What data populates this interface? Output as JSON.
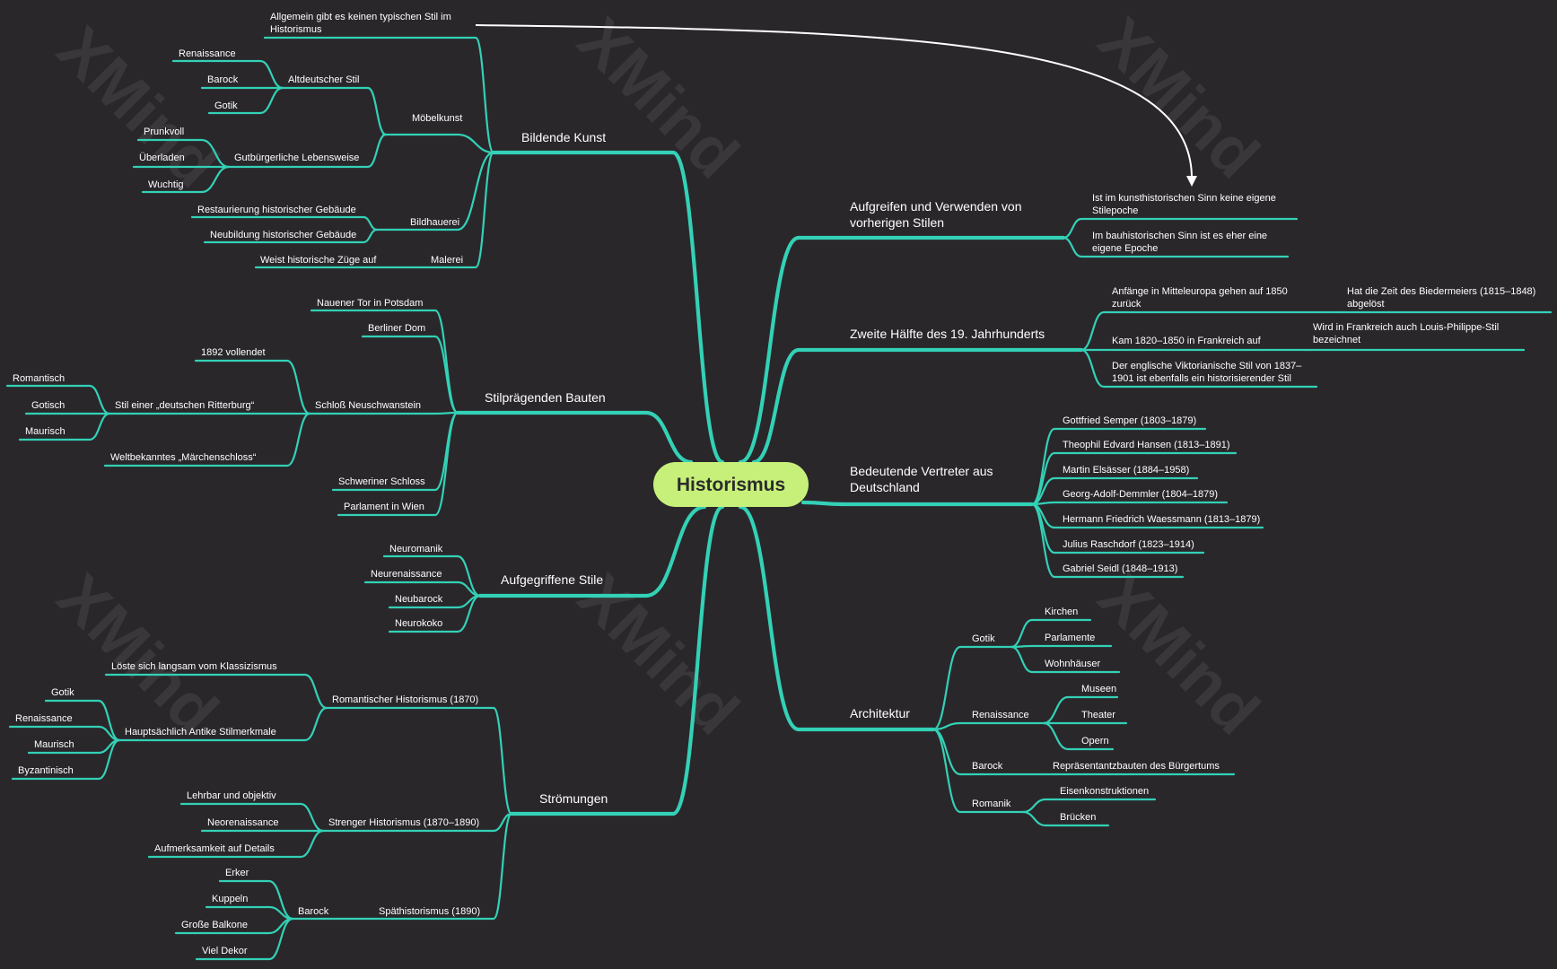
{
  "colors": {
    "background": "#2a272b",
    "branch": "#33d1b6",
    "central_fill": "#c7f07a",
    "arrow": "#ffffff",
    "watermark": "#3a373b"
  },
  "watermark": "XMind",
  "central_topic": "Historismus",
  "main_topics": {
    "bildende_kunst": "Bildende Kunst",
    "stilpraegende_bauten": "Stilprägenden Bauten",
    "aufgegriffene_stile": "Aufgegriffene Stile",
    "stroemungen": "Strömungen",
    "aufgreifen_line1": "Aufgreifen und Verwenden von",
    "aufgreifen_line2": "vorherigen Stilen",
    "zweite_haelfte": "Zweite Hälfte des 19. Jahrhunderts",
    "vertreter_line1": "Bedeutende Vertreter aus",
    "vertreter_line2": "Deutschland",
    "architektur": "Architektur"
  },
  "bildende_kunst": {
    "allgemein_line1": "Allgemein gibt es keinen typischen Stil im",
    "allgemein_line2": "Historismus",
    "moebelkunst": "Möbelkunst",
    "altdeutscher_stil": "Altdeutscher Stil",
    "renaissance": "Renaissance",
    "barock": "Barock",
    "gotik": "Gotik",
    "gutbuergerlich": "Gutbürgerliche Lebensweise",
    "prunkvoll": "Prunkvoll",
    "ueberladen": "Überladen",
    "wuchtig": "Wuchtig",
    "bildhauerei": "Bildhauerei",
    "restaurierung": "Restaurierung historischer Gebäude",
    "neubildung": "Neubildung historischer Gebäude",
    "malerei": "Malerei",
    "weist": "Weist historische Züge auf"
  },
  "bauten": {
    "nauener": "Nauener Tor in Potsdam",
    "dom": "Berliner Dom",
    "neuschwanstein": "Schloß Neuschwanstein",
    "vollendet": "1892 vollendet",
    "ritterburg": "Stil einer „deutschen Ritterburg“",
    "romantisch": "Romantisch",
    "gotisch": "Gotisch",
    "maurisch": "Maurisch",
    "maerchenschloss": "Weltbekanntes „Märchenschloss“",
    "schwerin": "Schweriner Schloss",
    "parlament_wien": "Parlament in Wien"
  },
  "stile": [
    "Neuromanik",
    "Neurenaissance",
    "Neubarock",
    "Neurokoko"
  ],
  "stroemungen": {
    "romantischer": "Romantischer Historismus (1870)",
    "loeste": "Löste sich langsam vom Klassizismus",
    "antike": "Hauptsächlich Antike Stilmerkmale",
    "gotik": "Gotik",
    "renaissance": "Renaissance",
    "maurisch": "Maurisch",
    "byzantinisch": "Byzantinisch",
    "strenger": "Strenger Historismus (1870–1890)",
    "lehrbar": "Lehrbar und objektiv",
    "neorenaissance": "Neorenaissance",
    "aufmerksamkeit": "Aufmerksamkeit auf Details",
    "spaet": "Späthistorismus (1890)",
    "barock": "Barock",
    "erker": "Erker",
    "kuppeln": "Kuppeln",
    "balkone": "Große Balkone",
    "dekor": "Viel Dekor"
  },
  "aufgreifen": {
    "kunst_line1": "Ist im kunsthistorischen Sinn keine eigene",
    "kunst_line2": "Stilepoche",
    "bau_line1": "Im bauhistorischen Sinn ist es eher eine",
    "bau_line2": "eigene Epoche"
  },
  "zweite": {
    "anfaenge_line1": "Anfänge in Mitteleuropa gehen auf 1850",
    "anfaenge_line2": "zurück",
    "biedermeier_line1": "Hat die Zeit des Biedermeiers (1815–1848)",
    "biedermeier_line2": "abgelöst",
    "frankreich": "Kam 1820–1850 in Frankreich auf",
    "louis_line1": "Wird in Frankreich auch Louis-Philippe-Stil",
    "louis_line2": "bezeichnet",
    "vikt_line1": "Der englische Viktorianische Stil von 1837–",
    "vikt_line2": "1901 ist ebenfalls ein historisierender Stil"
  },
  "vertreter": [
    "Gottfried Semper (1803–1879)",
    "Theophil Edvard Hansen (1813–1891)",
    "Martin Elsässer (1884–1958)",
    "Georg-Adolf-Demmler (1804–1879)",
    "Hermann Friedrich Waessmann (1813–1879)",
    "Julius Raschdorf (1823–1914)",
    "Gabriel Seidl (1848–1913)"
  ],
  "architektur": {
    "gotik": "Gotik",
    "kirchen": "Kirchen",
    "parlamente": "Parlamente",
    "wohnhaeuser": "Wohnhäuser",
    "renaissance": "Renaissance",
    "museen": "Museen",
    "theater": "Theater",
    "opern": "Opern",
    "barock": "Barock",
    "repraesentanz": "Repräsentantzbauten des Bürgertums",
    "romanik": "Romanik",
    "eisen": "Eisenkonstruktionen",
    "bruecken": "Brücken"
  }
}
